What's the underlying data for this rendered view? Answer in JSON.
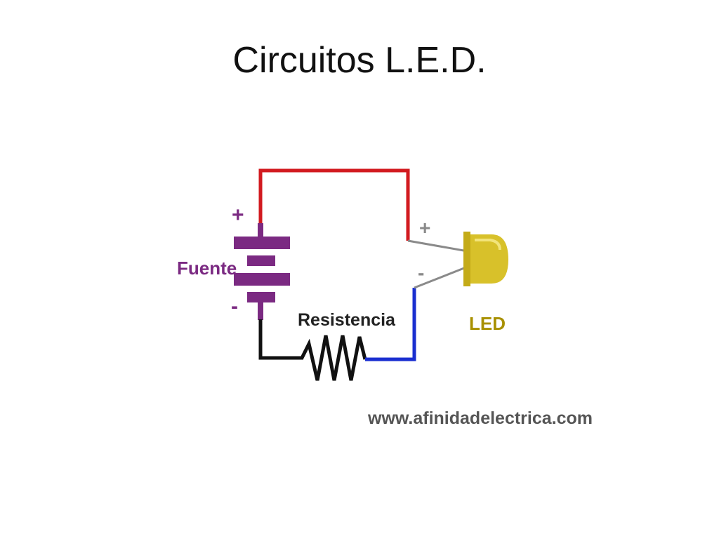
{
  "slide": {
    "title": "Circuitos L.E.D."
  },
  "diagram": {
    "source_label": "Fuente",
    "source_plus": "+",
    "source_minus": "-",
    "resistor_label": "Resistencia",
    "led_label": "LED",
    "led_plus": "+",
    "led_minus": "-",
    "watermark": "www.afinidadelectrica.com"
  },
  "colors": {
    "positive_wire": "#d21a1f",
    "negative_wire": "#1a2fd0",
    "ground_wire": "#111111",
    "battery": "#7b2a82",
    "led_body": "#d8c12a",
    "led_label": "#a89000",
    "watermark": "#555555"
  },
  "icons": {
    "battery": "battery-icon",
    "resistor": "resistor-icon",
    "led": "led-icon"
  }
}
